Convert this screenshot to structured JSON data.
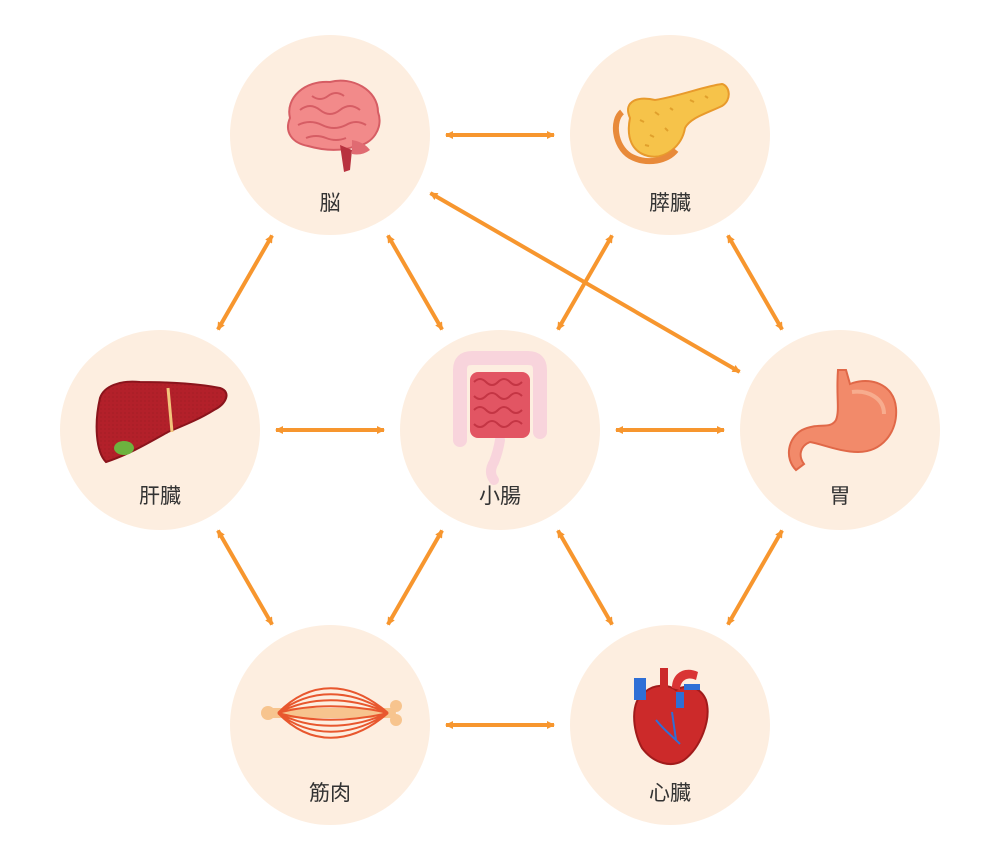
{
  "colors": {
    "node_fill": "#fdeee0",
    "arrow": "#f7962e",
    "label": "#333333"
  },
  "organs": [
    {
      "id": "brain",
      "label": "脳",
      "icon": "brain-icon"
    },
    {
      "id": "pancreas",
      "label": "膵臓",
      "icon": "pancreas-icon"
    },
    {
      "id": "liver",
      "label": "肝臓",
      "icon": "liver-icon"
    },
    {
      "id": "intestine",
      "label": "小腸",
      "icon": "small-intestine-icon"
    },
    {
      "id": "stomach",
      "label": "胃",
      "icon": "stomach-icon"
    },
    {
      "id": "muscle",
      "label": "筋肉",
      "icon": "muscle-icon"
    },
    {
      "id": "heart",
      "label": "心臓",
      "icon": "heart-icon"
    }
  ],
  "connections": [
    {
      "from": "brain",
      "to": "pancreas",
      "type": "bidirectional"
    },
    {
      "from": "brain",
      "to": "liver",
      "type": "bidirectional"
    },
    {
      "from": "brain",
      "to": "intestine",
      "type": "bidirectional"
    },
    {
      "from": "brain",
      "to": "stomach",
      "type": "bidirectional"
    },
    {
      "from": "pancreas",
      "to": "intestine",
      "type": "bidirectional"
    },
    {
      "from": "pancreas",
      "to": "stomach",
      "type": "bidirectional"
    },
    {
      "from": "liver",
      "to": "intestine",
      "type": "bidirectional"
    },
    {
      "from": "intestine",
      "to": "stomach",
      "type": "bidirectional"
    },
    {
      "from": "liver",
      "to": "muscle",
      "type": "bidirectional"
    },
    {
      "from": "intestine",
      "to": "muscle",
      "type": "bidirectional"
    },
    {
      "from": "intestine",
      "to": "heart",
      "type": "bidirectional"
    },
    {
      "from": "stomach",
      "to": "heart",
      "type": "bidirectional"
    },
    {
      "from": "muscle",
      "to": "heart",
      "type": "bidirectional"
    }
  ]
}
